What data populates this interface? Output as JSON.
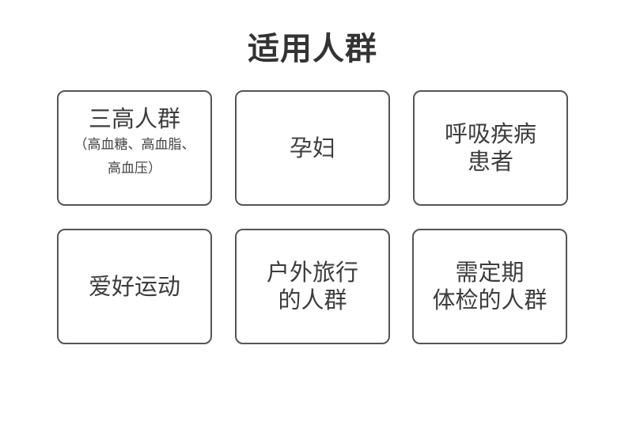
{
  "page": {
    "title": "适用人群"
  },
  "groups": [
    {
      "label": "三高人群",
      "note": "（高血糖、高血脂、\n高血压）"
    },
    {
      "label": "孕妇",
      "note": ""
    },
    {
      "label": "呼吸疾病\n患者",
      "note": ""
    },
    {
      "label": "爱好运动",
      "note": ""
    },
    {
      "label": "户外旅行\n的人群",
      "note": ""
    },
    {
      "label": "需定期\n体检的人群",
      "note": ""
    }
  ],
  "colors": {
    "border": "#555555",
    "text": "#3d3d3d",
    "background": "#ffffff"
  }
}
